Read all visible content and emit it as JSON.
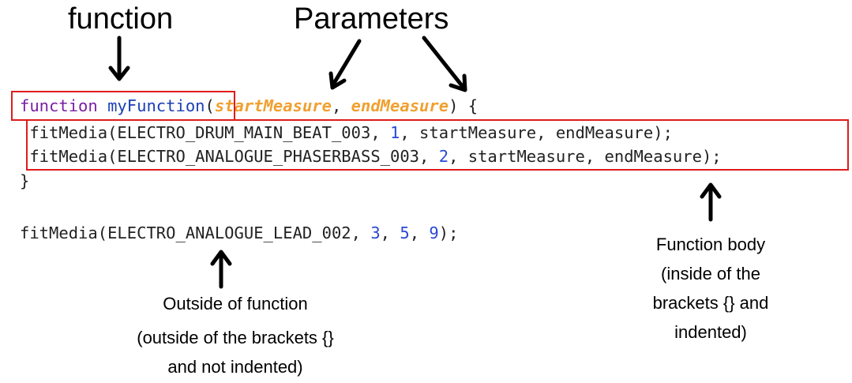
{
  "labels": {
    "function": "function",
    "parameters": "Parameters"
  },
  "code": {
    "line1": {
      "keyword": "function",
      "space": " ",
      "name": "myFunction",
      "open": "(",
      "param1": "startMeasure",
      "comma": ", ",
      "param2": "endMeasure",
      "close": ") {"
    },
    "line2": {
      "prefix": " fitMedia(ELECTRO_DRUM_MAIN_BEAT_003, ",
      "num": "1",
      "suffix": ", startMeasure, endMeasure);"
    },
    "line3": {
      "prefix": " fitMedia(ELECTRO_ANALOGUE_PHASERBASS_003, ",
      "num": "2",
      "suffix": ", startMeasure, endMeasure);"
    },
    "line4": "}",
    "line5": {
      "prefix": "fitMedia(ELECTRO_ANALOGUE_LEAD_002, ",
      "n1": "3",
      "sep1": ", ",
      "n2": "5",
      "sep2": ", ",
      "n3": "9",
      "suffix": ");"
    }
  },
  "notes": {
    "body": [
      "Function body",
      "(inside of the",
      "brackets {} and",
      "indented)"
    ],
    "outside": [
      "Outside of function",
      "(outside of the brackets {}",
      "and not indented)"
    ]
  },
  "colors": {
    "keyword": "#7b1fa2",
    "function_name": "#1a3fb5",
    "parameter": "#f0a030",
    "number": "#2b48d4",
    "box": "#e01b1b"
  }
}
